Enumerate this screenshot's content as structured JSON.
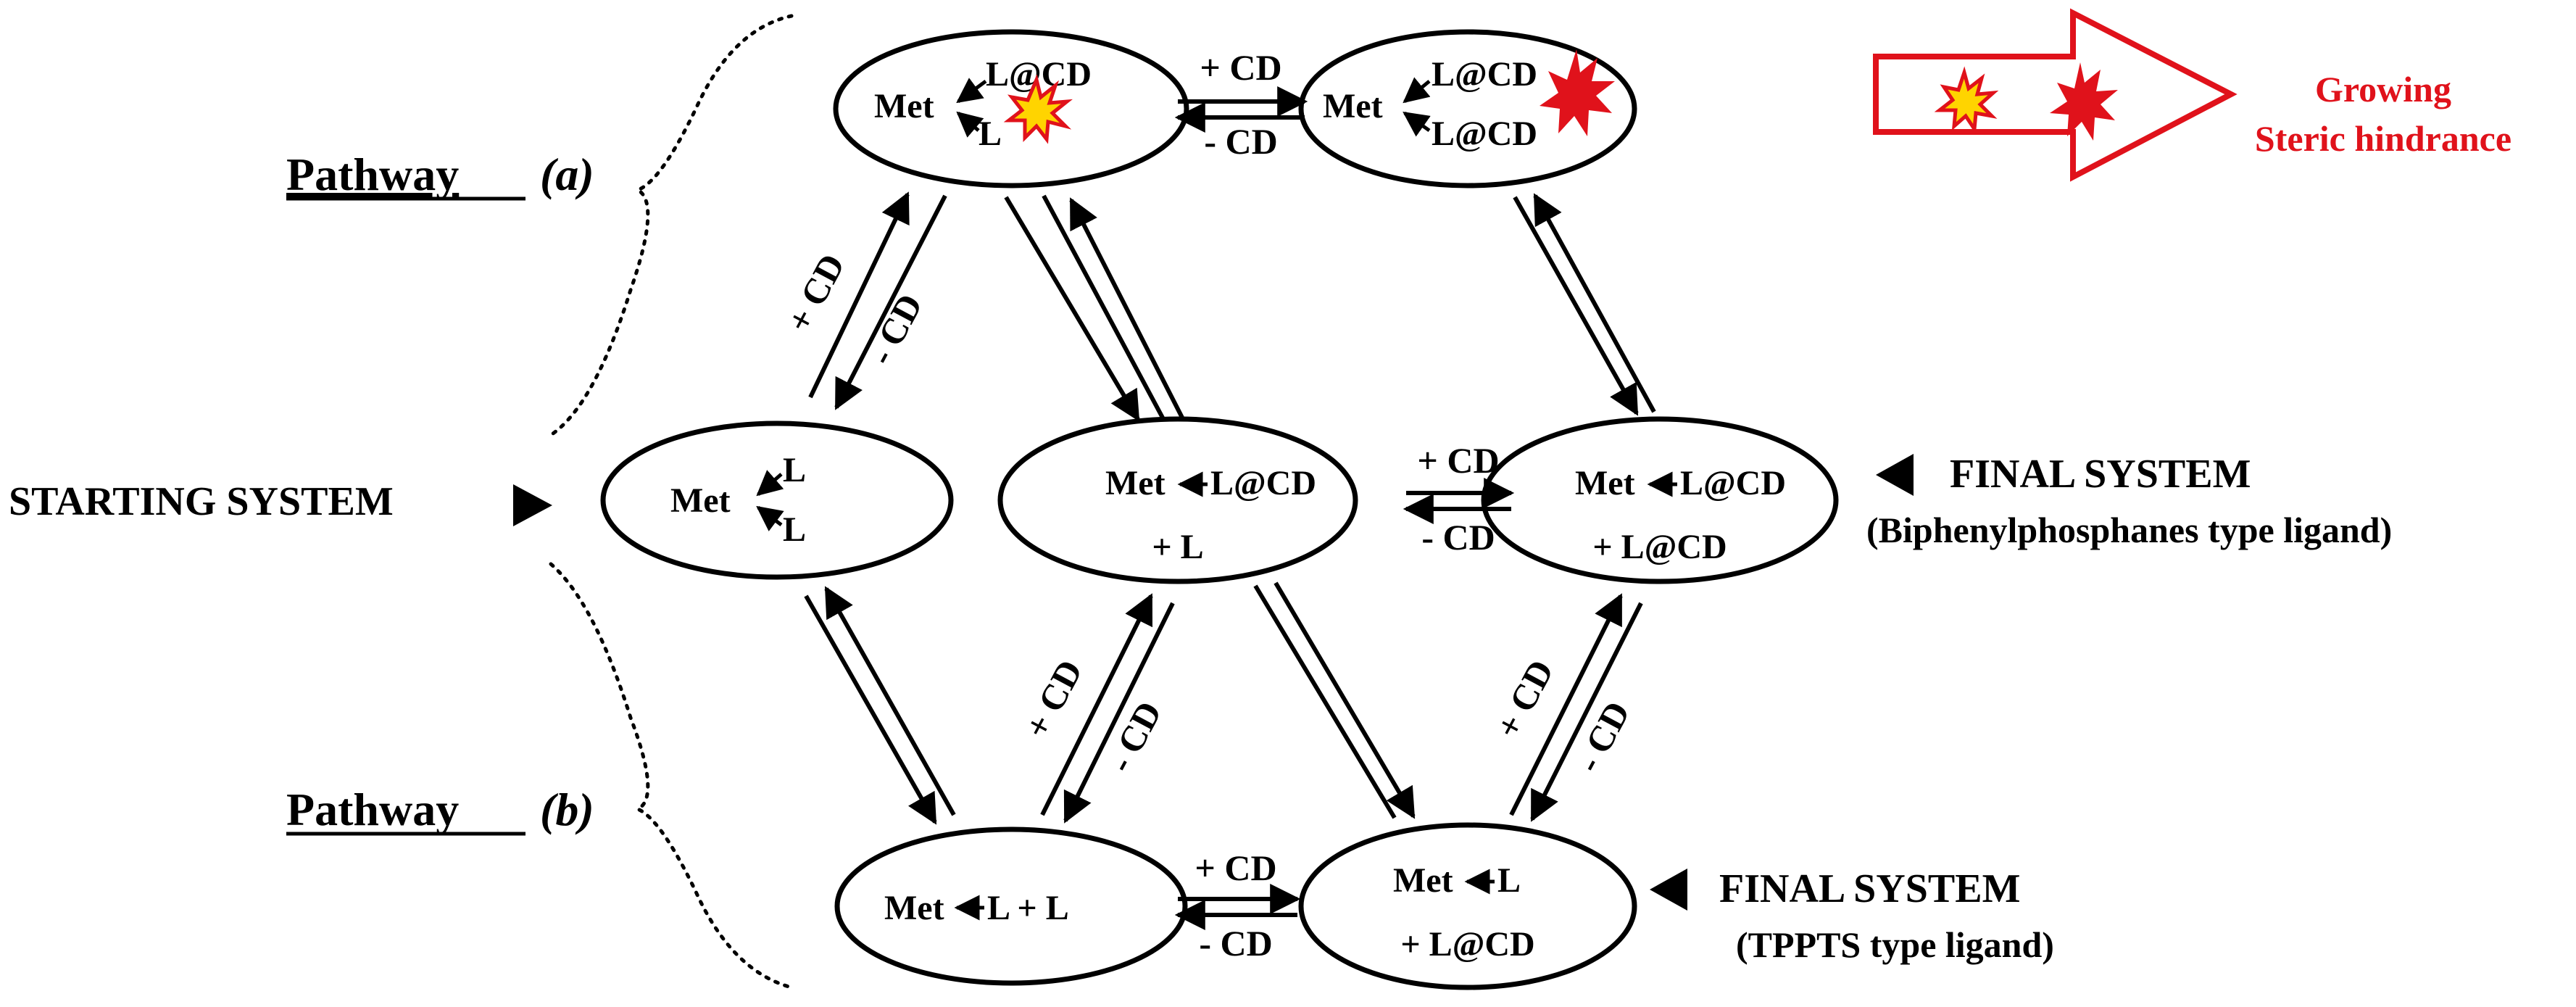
{
  "pathways": {
    "a": {
      "word": "Pathway",
      "letter": "(a)"
    },
    "b": {
      "word": "Pathway",
      "letter": "(b)"
    }
  },
  "starting_system": "STARTING SYSTEM",
  "final_biphenyl": {
    "title": "FINAL SYSTEM",
    "subtitle": "(Biphenylphosphanes type ligand)"
  },
  "final_tppts": {
    "title": "FINAL SYSTEM",
    "subtitle": "(TPPTS type ligand)"
  },
  "legend": {
    "line1": "Growing",
    "line2": "Steric hindrance"
  },
  "species": {
    "met": "Met",
    "L": "L",
    "LCD": "L@CD",
    "metL": "Met",
    "metL_right": "L",
    "plusL": "+ L",
    "plusLCD": "+ L@CD",
    "metLL": "Met",
    "metLL_right": "L + L"
  },
  "arrow_labels": {
    "plus": "+ CD",
    "minus": "- CD"
  },
  "colors": {
    "accent_red": "#e0121b",
    "burst_yellow": "#ffd400",
    "ink": "#000000"
  }
}
